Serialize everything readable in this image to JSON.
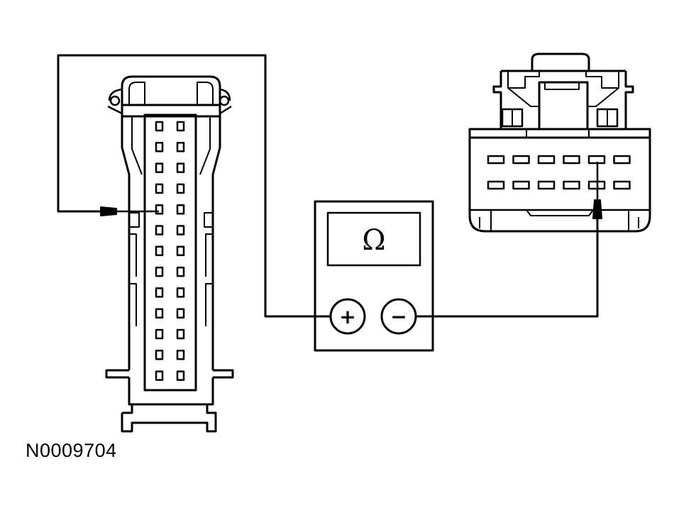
{
  "diagram": {
    "reference_code": "N0009704",
    "meter": {
      "display_symbol": "Ω",
      "positive_label": "+",
      "negative_label": "−"
    },
    "left_connector": {
      "rows": 13,
      "columns": 2,
      "probed_pin_row": 5,
      "probed_pin_column": 1
    },
    "right_connector": {
      "rows": 2,
      "columns": 6,
      "probed_pin_row": 2,
      "probed_pin_column": 5
    }
  }
}
